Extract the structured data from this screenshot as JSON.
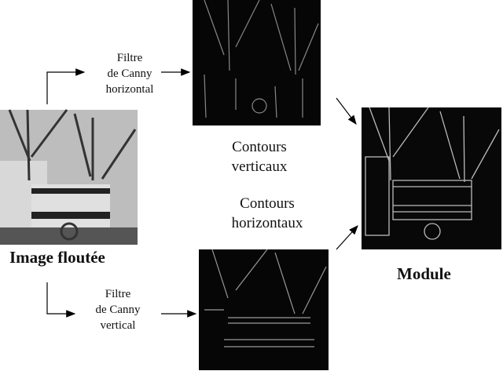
{
  "input": {
    "label": "Image floutée"
  },
  "top_filter": {
    "line1": "Filtre",
    "line2": "de Canny",
    "line3": "horizontal"
  },
  "bottom_filter": {
    "line1": "Filtre",
    "line2": "de Canny",
    "line3": "vertical"
  },
  "top_output": {
    "line1": "Contours",
    "line2": "verticaux"
  },
  "bottom_output": {
    "line1": "Contours",
    "line2": "horizontaux"
  },
  "result": {
    "label": "Module"
  }
}
